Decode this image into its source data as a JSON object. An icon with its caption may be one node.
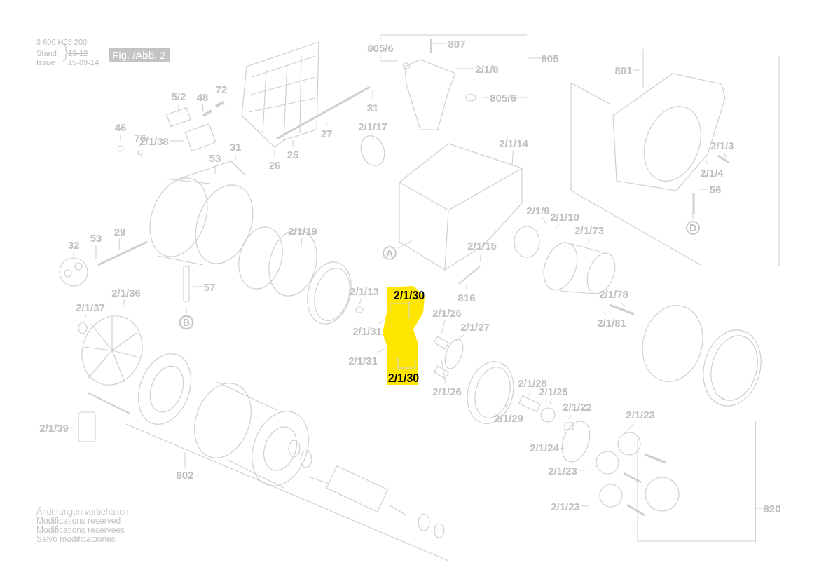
{
  "diagram": {
    "nodes": [
      {
        "text": [
          "5/2"
        ]
      },
      {
        "text": [
          "48"
        ]
      },
      {
        "text": [
          "72"
        ]
      },
      {
        "text": [
          "46"
        ]
      },
      {
        "text": [
          "76"
        ]
      },
      {
        "text": [
          "2/1/38"
        ]
      },
      {
        "text": [
          "31"
        ]
      },
      {
        "text": [
          "26"
        ]
      },
      {
        "text": [
          "25"
        ]
      },
      {
        "text": [
          "27"
        ]
      },
      {
        "text": [
          "31"
        ]
      },
      {
        "text": [
          "53"
        ]
      },
      {
        "text": [
          "805/6"
        ]
      },
      {
        "text": [
          "807"
        ]
      },
      {
        "text": [
          "2/1/8"
        ]
      },
      {
        "text": [
          "805/6"
        ]
      },
      {
        "text": [
          "805"
        ]
      },
      {
        "text": [
          "2/1/17"
        ]
      },
      {
        "text": [
          "2/1/14"
        ]
      },
      {
        "text": [
          "801"
        ]
      },
      {
        "text": [
          "2/1/3"
        ]
      },
      {
        "text": [
          "2/1/4"
        ]
      },
      {
        "text": [
          "56"
        ]
      },
      {
        "text": [
          "D"
        ]
      },
      {
        "text": [
          "2/1/9"
        ]
      },
      {
        "text": [
          "2/1/10"
        ]
      },
      {
        "text": [
          "2/1/73"
        ]
      },
      {
        "text": [
          "2/1/15"
        ]
      },
      {
        "text": [
          "816"
        ]
      },
      {
        "text": [
          "A"
        ]
      },
      {
        "text": [
          "2/1/19"
        ]
      },
      {
        "text": [
          "29"
        ]
      },
      {
        "text": [
          "53"
        ]
      },
      {
        "text": [
          "32"
        ]
      },
      {
        "text": [
          "57"
        ]
      },
      {
        "text": [
          "B"
        ]
      },
      {
        "text": [
          "2/1/36"
        ]
      },
      {
        "text": [
          "2/1/37"
        ]
      },
      {
        "text": [
          "2/1/13"
        ]
      },
      {
        "text": [
          "2/1/30"
        ]
      },
      {
        "text": [
          "2/1/31"
        ]
      },
      {
        "text": [
          "2/1/26"
        ]
      },
      {
        "text": [
          "2/1/27"
        ]
      },
      {
        "text": [
          "2/1/31"
        ]
      },
      {
        "text": [
          "2/1/30"
        ]
      },
      {
        "text": [
          "2/1/26"
        ]
      },
      {
        "text": [
          "2/1/28"
        ]
      },
      {
        "text": [
          "2/1/25"
        ]
      },
      {
        "text": [
          "2/1/29"
        ]
      },
      {
        "text": [
          "2/1/22"
        ]
      },
      {
        "text": [
          "2/1/24"
        ]
      },
      {
        "text": [
          "2/1/23"
        ]
      },
      {
        "text": [
          "2/1/23"
        ]
      },
      {
        "text": [
          "2/1/23"
        ]
      },
      {
        "text": [
          "820"
        ]
      },
      {
        "text": [
          "2/1/78"
        ]
      },
      {
        "text": [
          "2/1/81"
        ]
      },
      {
        "text": [
          "2/1/39"
        ]
      },
      {
        "text": [
          "802"
        ]
      },
      {
        "text": [],
        "shape": "bracket"
      },
      {
        "text": [],
        "shape": "bracket"
      }
    ],
    "edges": [
      {
        "from": 0,
        "to": null,
        "arrow": "none"
      },
      {
        "from": 1,
        "to": null,
        "arrow": "none"
      },
      {
        "from": 2,
        "to": null,
        "arrow": "none"
      },
      {
        "from": 3,
        "to": null,
        "arrow": "none"
      },
      {
        "from": 4,
        "to": null,
        "arrow": "none"
      },
      {
        "from": 5,
        "to": null,
        "arrow": "none"
      },
      {
        "from": 6,
        "to": null,
        "arrow": "none"
      },
      {
        "from": 7,
        "to": null,
        "arrow": "none"
      },
      {
        "from": 8,
        "to": null,
        "arrow": "none"
      },
      {
        "from": 9,
        "to": null,
        "arrow": "none"
      },
      {
        "from": 10,
        "to": null,
        "arrow": "none"
      },
      {
        "from": 11,
        "to": null,
        "arrow": "none"
      },
      {
        "from": 12,
        "to": null,
        "arrow": "none"
      },
      {
        "from": 13,
        "to": null,
        "arrow": "none"
      },
      {
        "from": 14,
        "to": null,
        "arrow": "none"
      },
      {
        "from": 15,
        "to": null,
        "arrow": "none"
      },
      {
        "from": 16,
        "to": 59,
        "arrow": "none"
      },
      {
        "from": 17,
        "to": null,
        "arrow": "none"
      },
      {
        "from": 18,
        "to": null,
        "arrow": "none"
      },
      {
        "from": 19,
        "to": null,
        "arrow": "none"
      },
      {
        "from": 20,
        "to": null,
        "arrow": "none"
      },
      {
        "from": 21,
        "to": null,
        "arrow": "none"
      },
      {
        "from": 22,
        "to": null,
        "arrow": "none"
      },
      {
        "from": 23,
        "to": null,
        "arrow": "none"
      },
      {
        "from": 24,
        "to": null,
        "arrow": "none"
      },
      {
        "from": 25,
        "to": null,
        "arrow": "none"
      },
      {
        "from": 26,
        "to": null,
        "arrow": "none"
      },
      {
        "from": 27,
        "to": null,
        "arrow": "none"
      },
      {
        "from": 28,
        "to": null,
        "arrow": "none"
      },
      {
        "from": 29,
        "to": null,
        "arrow": "none"
      },
      {
        "from": 30,
        "to": null,
        "arrow": "none"
      },
      {
        "from": 31,
        "to": null,
        "arrow": "none"
      },
      {
        "from": 32,
        "to": null,
        "arrow": "none"
      },
      {
        "from": 33,
        "to": null,
        "arrow": "none"
      },
      {
        "from": 34,
        "to": null,
        "arrow": "none"
      },
      {
        "from": 35,
        "to": null,
        "arrow": "none"
      },
      {
        "from": 36,
        "to": null,
        "arrow": "none"
      },
      {
        "from": 37,
        "to": null,
        "arrow": "none"
      },
      {
        "from": 38,
        "to": null,
        "arrow": "none"
      },
      {
        "from": 39,
        "to": null,
        "arrow": "none"
      },
      {
        "from": 39,
        "to": null,
        "arrow": "none"
      },
      {
        "from": 40,
        "to": null,
        "arrow": "none"
      },
      {
        "from": 41,
        "to": null,
        "arrow": "none"
      },
      {
        "from": 42,
        "to": null,
        "arrow": "none"
      },
      {
        "from": 43,
        "to": null,
        "arrow": "none"
      },
      {
        "from": 44,
        "to": null,
        "arrow": "none"
      },
      {
        "from": 44,
        "to": null,
        "arrow": "none"
      },
      {
        "from": 45,
        "to": null,
        "arrow": "none"
      },
      {
        "from": 46,
        "to": null,
        "arrow": "none"
      },
      {
        "from": 47,
        "to": null,
        "arrow": "none"
      },
      {
        "from": 48,
        "to": null,
        "arrow": "none"
      },
      {
        "from": 49,
        "to": null,
        "arrow": "none"
      },
      {
        "from": 50,
        "to": null,
        "arrow": "none"
      },
      {
        "from": 51,
        "to": null,
        "arrow": "none"
      },
      {
        "from": 52,
        "to": null,
        "arrow": "none"
      },
      {
        "from": 53,
        "to": null,
        "arrow": "none"
      },
      {
        "from": 54,
        "to": 60,
        "arrow": "none"
      },
      {
        "from": 55,
        "to": null,
        "arrow": "none"
      },
      {
        "from": 56,
        "to": null,
        "arrow": "none"
      },
      {
        "from": 57,
        "to": null,
        "arrow": "none"
      },
      {
        "from": 58,
        "to": null,
        "arrow": "none"
      },
      {
        "from": 12,
        "to": 59,
        "arrow": "none"
      },
      {
        "from": 15,
        "to": 59,
        "arrow": "none"
      }
    ],
    "labels": [
      "3 600 H03 200",
      "Stand",
      "Issue",
      "13-12",
      "15-09-14",
      "Fig. /Abb. 2",
      "Änderungen vorbehalten",
      "Modifications reserved",
      "Modifications reservees",
      "Salvo modificaciones"
    ]
  }
}
